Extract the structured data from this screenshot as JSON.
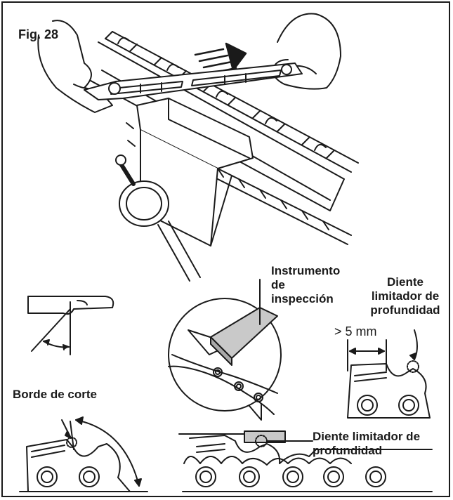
{
  "figure": {
    "label": "Fig. 28"
  },
  "labels": {
    "inspection_tool": [
      "Instrumento",
      "de",
      "inspección"
    ],
    "depth_gauge_right": [
      "Diente",
      "limitador de",
      "profundidad"
    ],
    "gap": "> 5 mm",
    "cutting_edge": "Borde de corte",
    "depth_gauge_bottom": [
      "Diente limitador de",
      "profundidad"
    ]
  },
  "colors": {
    "ink": "#1a1a1a",
    "tool_fill": "#c9c9c9",
    "paper": "#ffffff"
  }
}
